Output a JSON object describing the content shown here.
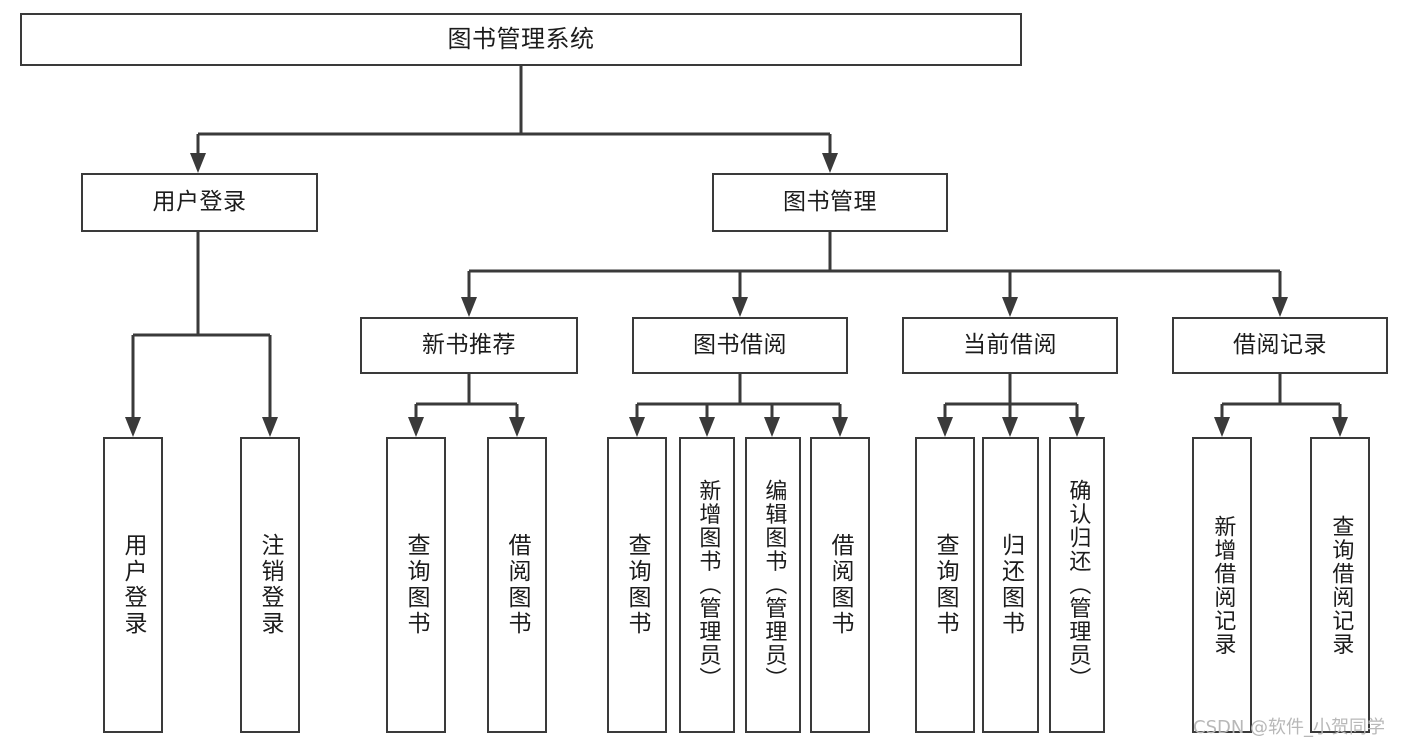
{
  "diagram": {
    "title": "图书管理系统",
    "type": "tree",
    "root": {
      "label": "图书管理系统"
    },
    "level2": [
      {
        "label": "用户登录"
      },
      {
        "label": "图书管理"
      }
    ],
    "level3": [
      {
        "label": "新书推荐"
      },
      {
        "label": "图书借阅"
      },
      {
        "label": "当前借阅"
      },
      {
        "label": "借阅记录"
      }
    ],
    "leaves": {
      "user_login": [
        {
          "label": "用户登录"
        },
        {
          "label": "注销登录"
        }
      ],
      "new_book_recommend": [
        {
          "label": "查询图书"
        },
        {
          "label": "借阅图书"
        }
      ],
      "book_borrow": [
        {
          "label": "查询图书"
        },
        {
          "label": "新增图书（管理员）"
        },
        {
          "label": "编辑图书（管理员）"
        },
        {
          "label": "借阅图书"
        }
      ],
      "current_borrow": [
        {
          "label": "查询图书"
        },
        {
          "label": "归还图书"
        },
        {
          "label": "确认归还（管理员）"
        }
      ],
      "borrow_record": [
        {
          "label": "新增借阅记录"
        },
        {
          "label": "查询借阅记录"
        }
      ]
    }
  },
  "watermark": {
    "text": "CSDN @软件_小贺同学"
  },
  "colors": {
    "border": "#3a3a3a",
    "background": "#ffffff",
    "text": "#1c1c1c",
    "watermark": "#b8b8b8"
  }
}
